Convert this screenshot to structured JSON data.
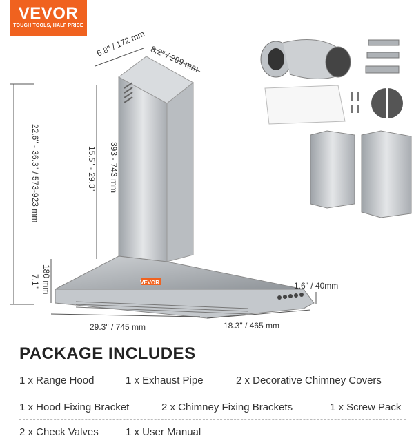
{
  "brand": {
    "name": "VEVOR",
    "tagline": "TOUGH TOOLS, HALF PRICE",
    "color": "#f0621f"
  },
  "hood_brand_label": "VEVOR",
  "dimensions": {
    "chimney_depth": "6.8\" / 172 mm",
    "chimney_width": "8.2\" / 209 mm",
    "total_height": "22.6\" - 36.3\" / 573-923 mm",
    "chimney_height": "15.5\" - 29.3\"",
    "chimney_height_mm": "393 - 743 mm",
    "hood_height": "180 mm",
    "hood_height_in": "7.1\"",
    "edge_thickness": "1.6\" / 40mm",
    "width": "29.3\" / 745 mm",
    "depth": "18.3\" / 465 mm"
  },
  "package": {
    "title": "PACKAGE INCLUDES",
    "rows": [
      [
        "1 x Range Hood",
        "1 x Exhaust Pipe",
        "2 x Decorative Chimney Covers"
      ],
      [
        "1 x Hood Fixing Bracket",
        "2 x Chimney Fixing Brackets",
        "1 x Screw Pack"
      ],
      [
        "2 x Check Valves",
        "1 x User Manual"
      ]
    ]
  }
}
